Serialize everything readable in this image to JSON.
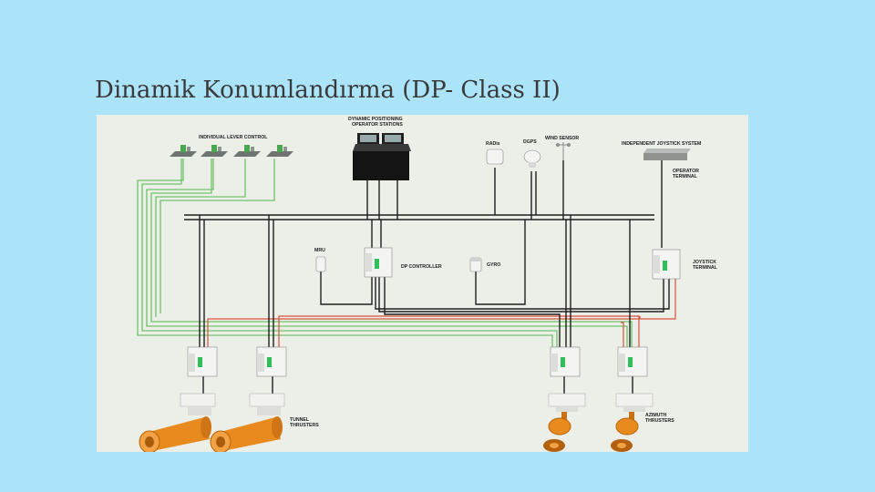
{
  "slide": {
    "title": "Dinamik Konumlandırma (DP- Class II)"
  },
  "diagram": {
    "labels": {
      "individual_lever_control": "INDIVIDUAL LEVER CONTROL",
      "dp_operator_stations_1": "DYNAMIC POSITIONING",
      "dp_operator_stations_2": "OPERATOR STATIONS",
      "radis": "RADis",
      "dgps": "DGPS",
      "wind_sensor": "WIND SENSOR",
      "joystick_system": "INDEPENDENT JOYSTICK SYSTEM",
      "operator_terminal_1": "OPERATOR",
      "operator_terminal_2": "TERMINAL",
      "mru": "MRU",
      "dp_controller": "DP CONTROLLER",
      "gyro": "GYRO",
      "joystick_terminal_1": "JOYSTICK",
      "joystick_terminal_2": "TERMINAL",
      "tunnel_thrusters_1": "TUNNEL",
      "tunnel_thrusters_2": "THRUSTERS",
      "azimuth_thrusters_1": "AZIMUTH",
      "azimuth_thrusters_2": "THRUSTERS"
    },
    "colors": {
      "background": "#eceee8",
      "cable_signal": "#1e1e1e",
      "cable_lever": "#6fc36a",
      "cable_power": "#d9533f",
      "thruster": "#e98a1e",
      "cabinet": "#f4f4f2",
      "indicator": "#2fbf58"
    }
  }
}
